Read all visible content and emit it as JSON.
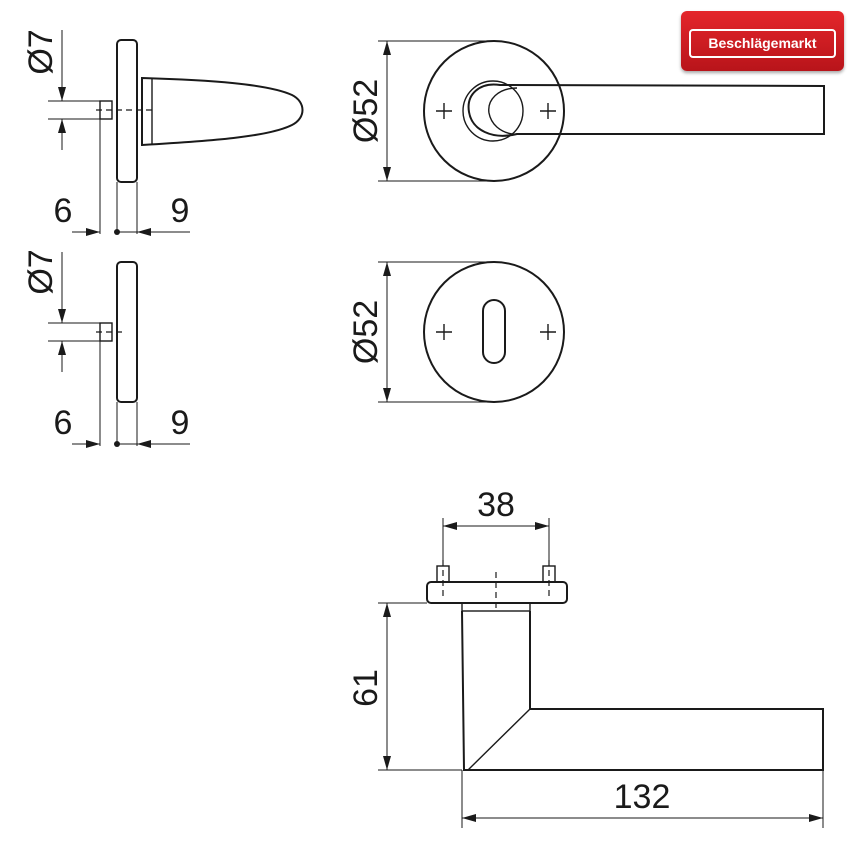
{
  "logo": {
    "text": "Beschlägemarkt",
    "color": "#d71920"
  },
  "dimensions": {
    "pin_diameter_top": "Ø7",
    "pin_diameter_bottom": "Ø7",
    "offset_left_top": "6",
    "offset_right_top": "9",
    "offset_left_bottom": "6",
    "offset_right_bottom": "9",
    "rose_diameter_lever": "Ø52",
    "rose_diameter_key": "Ø52",
    "screw_spacing": "38",
    "lever_height": "61",
    "lever_length": "132"
  }
}
